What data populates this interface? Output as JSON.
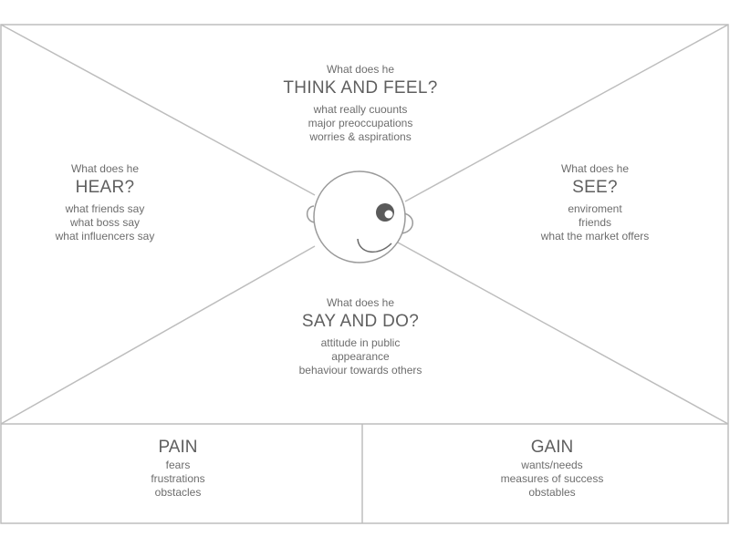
{
  "think_feel": {
    "prefix": "What does he",
    "title": "THINK AND FEEL?",
    "items": [
      "what really cuounts",
      "major preoccupations",
      "worries & aspirations"
    ]
  },
  "hear": {
    "prefix": "What does he",
    "title": "HEAR?",
    "items": [
      "what friends say",
      "what boss say",
      "what influencers say"
    ]
  },
  "see": {
    "prefix": "What does he",
    "title": "SEE?",
    "items": [
      "enviroment",
      "friends",
      "what the market offers"
    ]
  },
  "say_do": {
    "prefix": "What does he",
    "title": "SAY AND DO?",
    "items": [
      "attitude in public",
      "appearance",
      "behaviour towards others"
    ]
  },
  "pain": {
    "title": "PAIN",
    "items": [
      "fears",
      "frustrations",
      "obstacles"
    ]
  },
  "gain": {
    "title": "GAIN",
    "items": [
      "wants/needs",
      "measures of success",
      "obstables"
    ]
  }
}
